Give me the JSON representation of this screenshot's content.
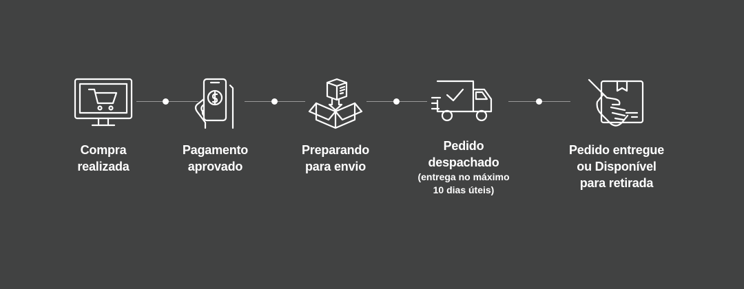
{
  "steps": [
    {
      "label": "Compra\nrealizada",
      "icon": "computer-cart-icon"
    },
    {
      "label": "Pagamento\naprovado",
      "icon": "phone-payment-icon"
    },
    {
      "label": "Preparando\npara envio",
      "icon": "package-box-icon"
    },
    {
      "label": "Pedido\ndespachado",
      "note": "(entrega no máximo\n10 dias úteis)",
      "icon": "delivery-truck-icon"
    },
    {
      "label": "Pedido entregue\nou Disponível\npara retirada",
      "icon": "hand-package-icon"
    }
  ],
  "colors": {
    "background": "#414242",
    "foreground": "#ffffff",
    "connector": "#9a9a9a"
  }
}
